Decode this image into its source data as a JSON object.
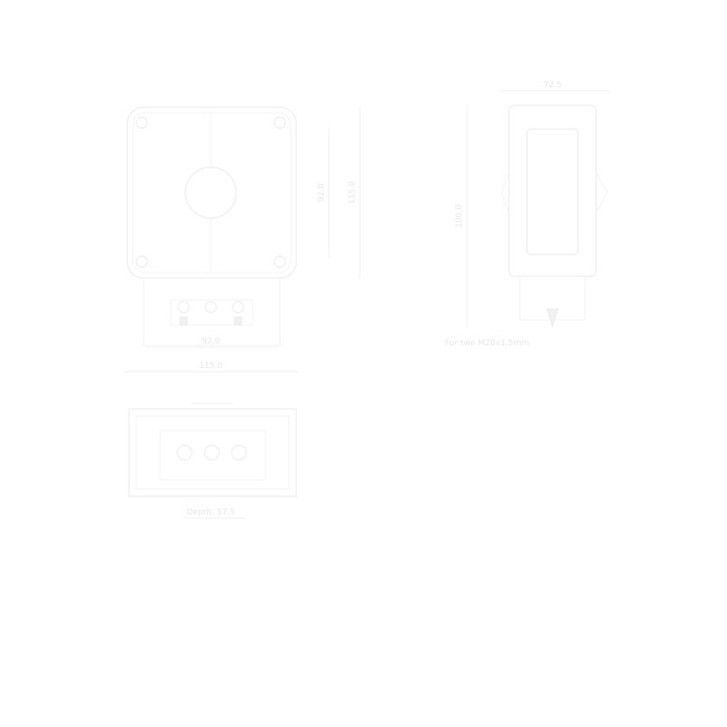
{
  "labels": {
    "front_body_width": "92.0",
    "front_total_width": "115.0",
    "front_height_inner": "92.0",
    "front_height_outer": "115.0",
    "side_width": "72.5",
    "side_height": "100.0",
    "side_note": "For two M20x1,5mm",
    "bottom_height": "Depth: 57.5"
  },
  "colors": {
    "background": "#ffffff",
    "line": "#f0f0f0",
    "text": "#e6e6e6"
  }
}
